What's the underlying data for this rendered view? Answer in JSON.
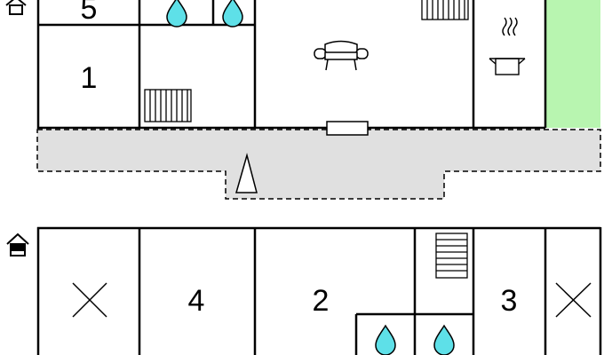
{
  "colors": {
    "wall": "#000000",
    "terrace": "#e0e0e0",
    "green_area": "#b8f5b0",
    "water": "#5ee0e8",
    "background": "#ffffff"
  },
  "floors": [
    {
      "name": "upper-floor",
      "icon": "house-upper-level-icon",
      "rooms": [
        {
          "id": "room-5",
          "label": "5"
        },
        {
          "id": "room-1",
          "label": "1"
        }
      ],
      "features": [
        "bathroom-water-drop-icon",
        "bathroom-water-drop-icon",
        "radiator-icon",
        "radiator-icon",
        "sofa-icon",
        "stove-pot-icon",
        "window",
        "green-area",
        "terrace",
        "tent-icon"
      ]
    },
    {
      "name": "lower-floor",
      "icon": "house-lower-level-icon",
      "rooms": [
        {
          "id": "room-4",
          "label": "4"
        },
        {
          "id": "room-2",
          "label": "2"
        },
        {
          "id": "room-3",
          "label": "3"
        }
      ],
      "features": [
        "storage-x-icon",
        "storage-x-icon",
        "stairs-icon",
        "bathroom-water-drop-icon",
        "bathroom-water-drop-icon"
      ]
    }
  ]
}
